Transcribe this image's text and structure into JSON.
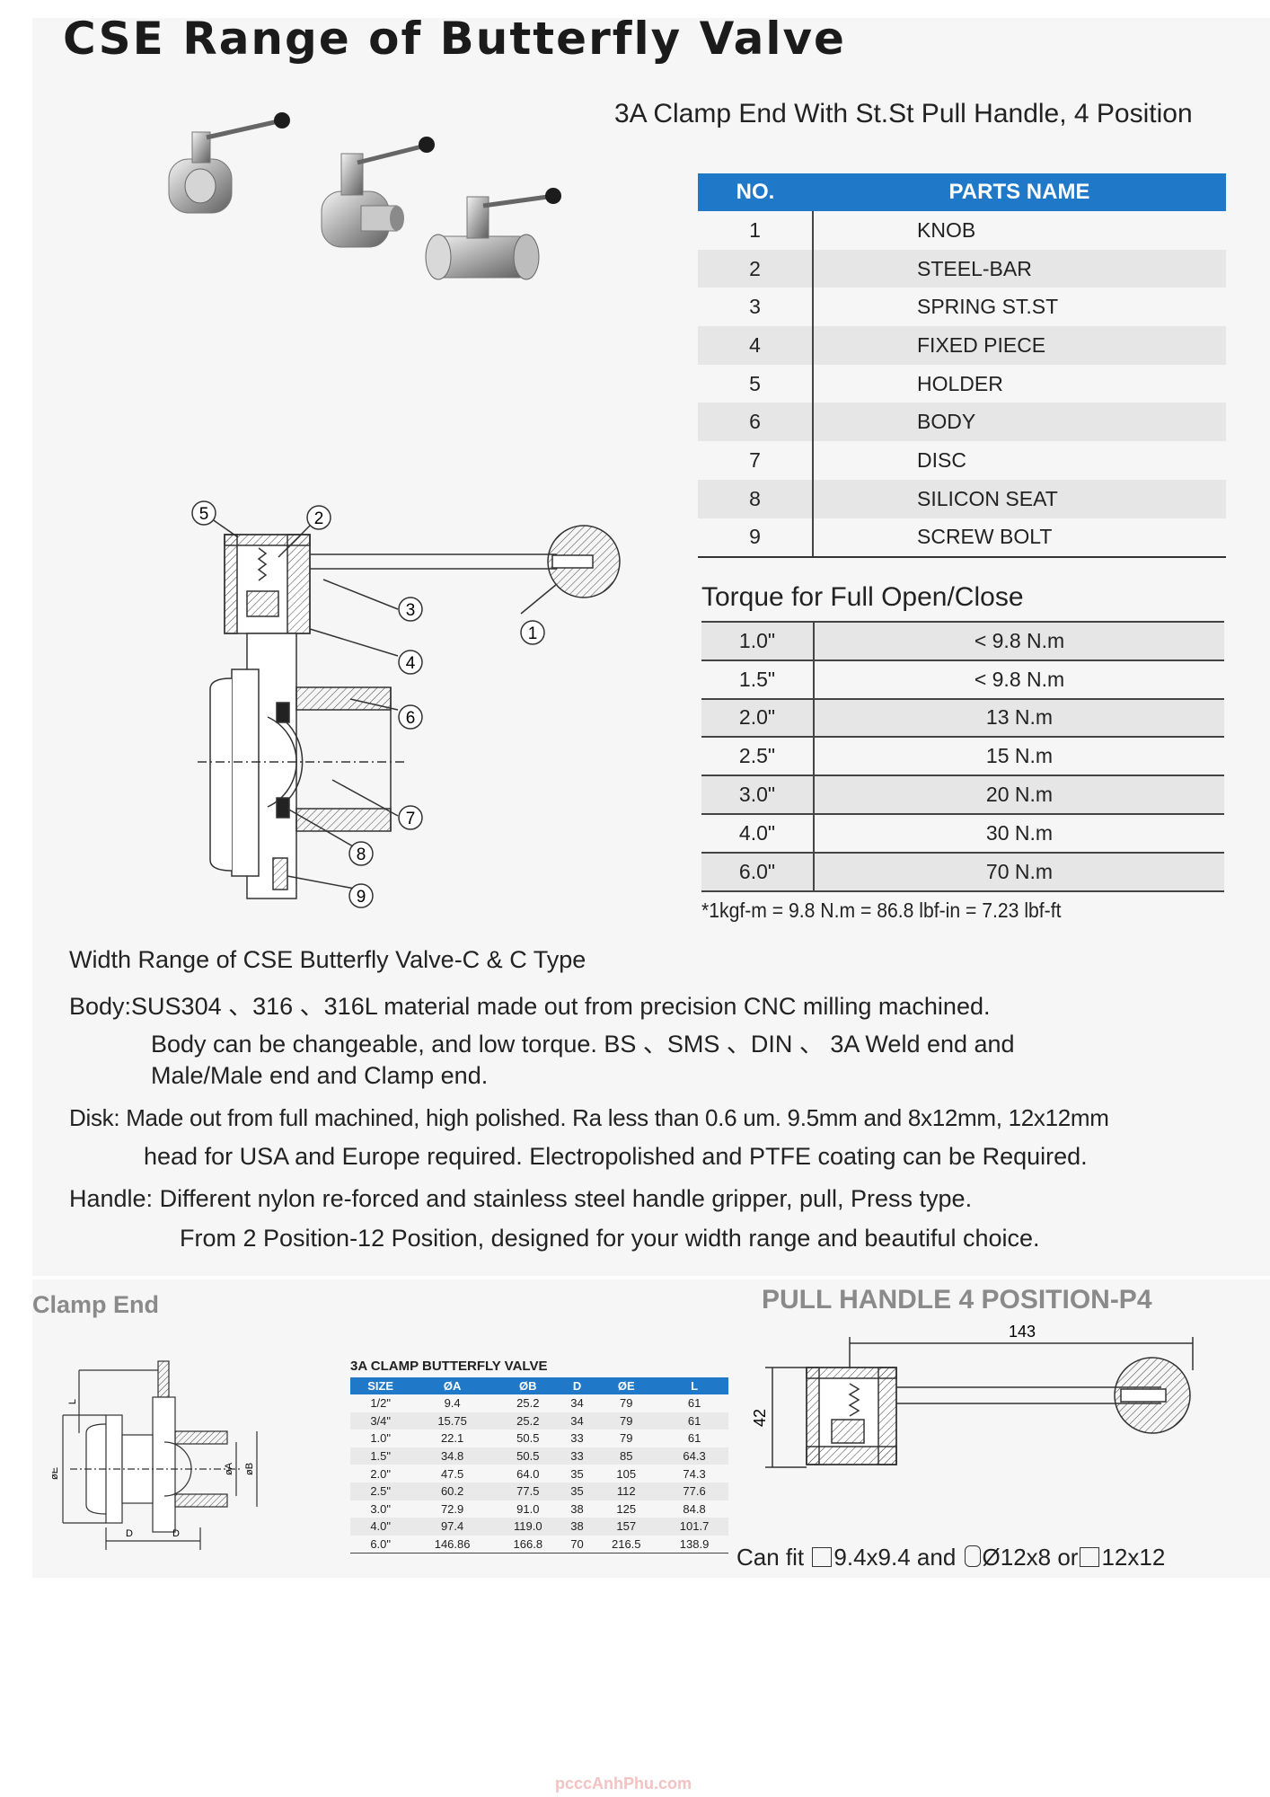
{
  "title": "CSE Range of Butterfly Valve",
  "subtitle": "3A Clamp End With St.St Pull Handle, 4 Position",
  "parts_table": {
    "headers": [
      "NO.",
      "PARTS NAME"
    ],
    "rows": [
      {
        "no": "1",
        "name": "KNOB"
      },
      {
        "no": "2",
        "name": "STEEL-BAR"
      },
      {
        "no": "3",
        "name": "SPRING ST.ST"
      },
      {
        "no": "4",
        "name": "FIXED PIECE"
      },
      {
        "no": "5",
        "name": "HOLDER"
      },
      {
        "no": "6",
        "name": "BODY"
      },
      {
        "no": "7",
        "name": "DISC"
      },
      {
        "no": "8",
        "name": "SILICON SEAT"
      },
      {
        "no": "9",
        "name": "SCREW BOLT"
      }
    ]
  },
  "torque": {
    "title": "Torque for Full Open/Close",
    "rows": [
      {
        "size": "1.0\"",
        "value": "< 9.8 N.m"
      },
      {
        "size": "1.5\"",
        "value": "< 9.8 N.m"
      },
      {
        "size": "2.0\"",
        "value": "13 N.m"
      },
      {
        "size": "2.5\"",
        "value": "15 N.m"
      },
      {
        "size": "3.0\"",
        "value": "20 N.m"
      },
      {
        "size": "4.0\"",
        "value": "30 N.m"
      },
      {
        "size": "6.0\"",
        "value": "70 N.m"
      }
    ],
    "note": "*1kgf-m = 9.8 N.m = 86.8 lbf-in = 7.23 lbf-ft"
  },
  "diagram_callouts": [
    "1",
    "2",
    "3",
    "4",
    "5",
    "6",
    "7",
    "8",
    "9"
  ],
  "description": {
    "heading": "Width Range of CSE Butterfly Valve-C & C Type",
    "body_1": "Body:SUS304 、316 、316L material made out from precision CNC milling machined.",
    "body_2": "Body can be changeable, and low torque. BS 、SMS 、DIN 、 3A Weld end and",
    "body_3": "Male/Male end and Clamp end.",
    "disk_1": "Disk: Made out from full machined, high polished. Ra less than 0.6 um.  9.5mm and 8x12mm, 12x12mm",
    "disk_2": "head for USA and Europe required.  Electropolished and PTFE coating can be Required.",
    "handle_1": "Handle: Different nylon re-forced and stainless steel handle gripper, pull, Press type.",
    "handle_2": "From 2 Position-12 Position, designed for your width range and beautiful choice."
  },
  "clamp_end": {
    "title": "Clamp End",
    "dim_labels": {
      "e": "øE",
      "l": "L",
      "a": "øA",
      "b": "øB",
      "d": "D"
    }
  },
  "dimension_table": {
    "caption": "3A CLAMP BUTTERFLY VALVE",
    "headers": [
      "SIZE",
      "ØA",
      "ØB",
      "D",
      "ØE",
      "L"
    ],
    "rows": [
      [
        "1/2\"",
        "9.4",
        "25.2",
        "34",
        "79",
        "61"
      ],
      [
        "3/4\"",
        "15.75",
        "25.2",
        "34",
        "79",
        "61"
      ],
      [
        "1.0\"",
        "22.1",
        "50.5",
        "33",
        "79",
        "61"
      ],
      [
        "1.5\"",
        "34.8",
        "50.5",
        "33",
        "85",
        "64.3"
      ],
      [
        "2.0\"",
        "47.5",
        "64.0",
        "35",
        "105",
        "74.3"
      ],
      [
        "2.5\"",
        "60.2",
        "77.5",
        "35",
        "112",
        "77.6"
      ],
      [
        "3.0\"",
        "72.9",
        "91.0",
        "38",
        "125",
        "84.8"
      ],
      [
        "4.0\"",
        "97.4",
        "119.0",
        "38",
        "157",
        "101.7"
      ],
      [
        "6.0\"",
        "146.86",
        "166.8",
        "70",
        "216.5",
        "138.9"
      ]
    ]
  },
  "pull_handle": {
    "title": "PULL HANDLE 4 POSITION-P4",
    "width_label": "143",
    "height_label": "42",
    "can_fit_prefix": "Can fit",
    "fit_1": "9.4x9.4 and",
    "fit_2": "Ø12x8 or",
    "fit_3": "12x12"
  },
  "watermark": "pcccAnhPhu.com"
}
